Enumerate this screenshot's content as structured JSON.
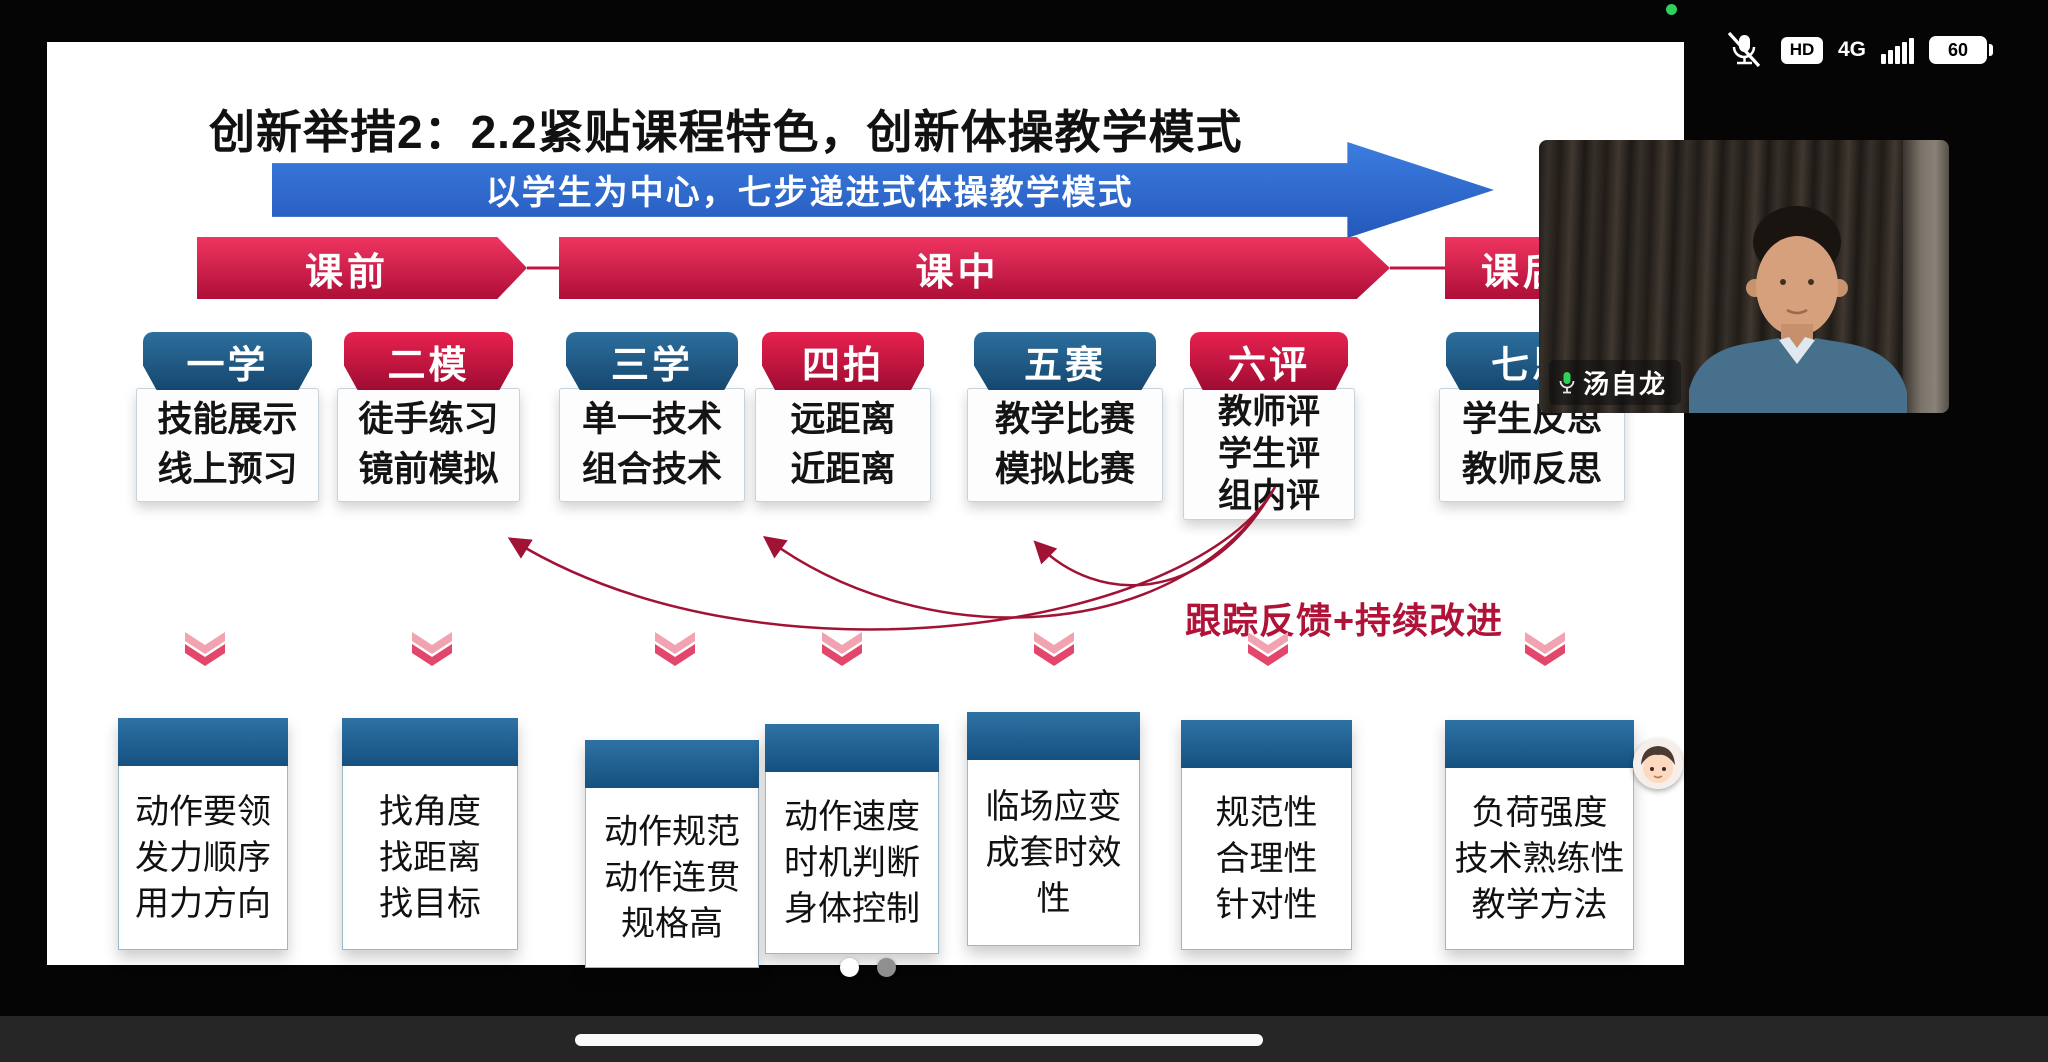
{
  "statusbar": {
    "hd": "HD",
    "network": "4G",
    "battery": "60"
  },
  "slide": {
    "title": "创新举措2：2.2紧贴课程特色，创新体操教学模式",
    "banner": "以学生为中心，七步递进式体操教学模式",
    "phases": [
      {
        "label": "课前"
      },
      {
        "label": "课中"
      },
      {
        "label": "课后"
      }
    ],
    "steps": [
      {
        "label": "一学",
        "items": [
          "技能展示",
          "线上预习"
        ]
      },
      {
        "label": "二模",
        "items": [
          "徒手练习",
          "镜前模拟"
        ]
      },
      {
        "label": "三学",
        "items": [
          "单一技术",
          "组合技术"
        ]
      },
      {
        "label": "四拍",
        "items": [
          "远距离",
          "近距离"
        ]
      },
      {
        "label": "五赛",
        "items": [
          "教学比赛",
          "模拟比赛"
        ]
      },
      {
        "label": "六评",
        "items": [
          "教师评",
          "学生评",
          "组内评"
        ]
      },
      {
        "label": "七思",
        "items": [
          "学生反思",
          "教师反思"
        ]
      }
    ],
    "feedback_label": "跟踪反馈+持续改进",
    "detail_boxes": [
      {
        "lines": [
          "动作要领",
          "发力顺序",
          "用力方向"
        ]
      },
      {
        "lines": [
          "找角度",
          "找距离",
          "找目标"
        ]
      },
      {
        "lines": [
          "动作规范",
          "动作连贯",
          "规格高"
        ]
      },
      {
        "lines": [
          "动作速度",
          "时机判断",
          "身体控制"
        ]
      },
      {
        "lines": [
          "临场应变",
          "成套时效",
          "性"
        ]
      },
      {
        "lines": [
          "规范性",
          "合理性",
          "针对性"
        ]
      },
      {
        "lines": [
          "负荷强度",
          "技术熟练性",
          "教学方法"
        ]
      }
    ]
  },
  "video": {
    "participant_name": "汤自龙"
  },
  "icons": [
    "muted-microphone-icon",
    "hd-badge",
    "signal-bars-icon",
    "battery-icon",
    "online-dot",
    "participant-mic-icon",
    "assistant-avatar",
    "page-dots",
    "down-chevron-icon",
    "feedback-arrows"
  ],
  "colors": {
    "banner_blue": "#2f66cf",
    "phase_red": "#d9184a",
    "step_blue": "#1f5e8e",
    "step_red": "#c81240",
    "feedback_red": "#b11237",
    "detail_header_blue": "#1f618d",
    "mic_green": "#30d158",
    "online_green": "#2fd05c"
  }
}
